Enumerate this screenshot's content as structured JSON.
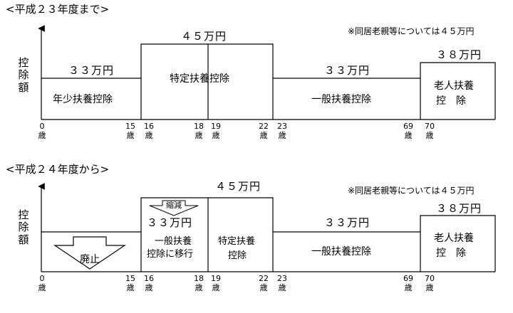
{
  "top": {
    "title": "<平成２３年度まで>",
    "note": "※同居老親等については４５万円",
    "ylabel": "控除額",
    "amounts": {
      "a1": "３３万円",
      "a2": "４５万円",
      "a3": "３３万円",
      "a4": "３８万円"
    },
    "boxes": {
      "b1": "年少扶養控除",
      "b2": "特定扶養控除",
      "b3": "一般扶養控除",
      "b4_l1": "老人扶養",
      "b4_l2": "控　除"
    },
    "ticks": [
      {
        "age": "0",
        "unit": "歳"
      },
      {
        "age": "15",
        "unit": "歳"
      },
      {
        "age": "16",
        "unit": "歳"
      },
      {
        "age": "18",
        "unit": "歳"
      },
      {
        "age": "19",
        "unit": "歳"
      },
      {
        "age": "22",
        "unit": "歳"
      },
      {
        "age": "23",
        "unit": "歳"
      },
      {
        "age": "69",
        "unit": "歳"
      },
      {
        "age": "70",
        "unit": "歳"
      }
    ]
  },
  "bottom": {
    "title": "<平成２４年度から>",
    "note": "※同居老親等については４５万円",
    "ylabel": "控除額",
    "amounts": {
      "a2": "４５万円",
      "a1": "３３万円",
      "a3": "３３万円",
      "a4": "３８万円"
    },
    "reduced": "縮減",
    "boxes": {
      "abolished": "廃止",
      "moved_l1": "一般扶養",
      "moved_l2": "控除に移行",
      "b2_l1": "特定扶養",
      "b2_l2": "控除",
      "b3": "一般扶養控除",
      "b4_l1": "老人扶養",
      "b4_l2": "控　除"
    },
    "ticks": [
      {
        "age": "0",
        "unit": "歳"
      },
      {
        "age": "15",
        "unit": "歳"
      },
      {
        "age": "16",
        "unit": "歳"
      },
      {
        "age": "18",
        "unit": "歳"
      },
      {
        "age": "19",
        "unit": "歳"
      },
      {
        "age": "22",
        "unit": "歳"
      },
      {
        "age": "23",
        "unit": "歳"
      },
      {
        "age": "69",
        "unit": "歳"
      },
      {
        "age": "70",
        "unit": "歳"
      }
    ]
  }
}
